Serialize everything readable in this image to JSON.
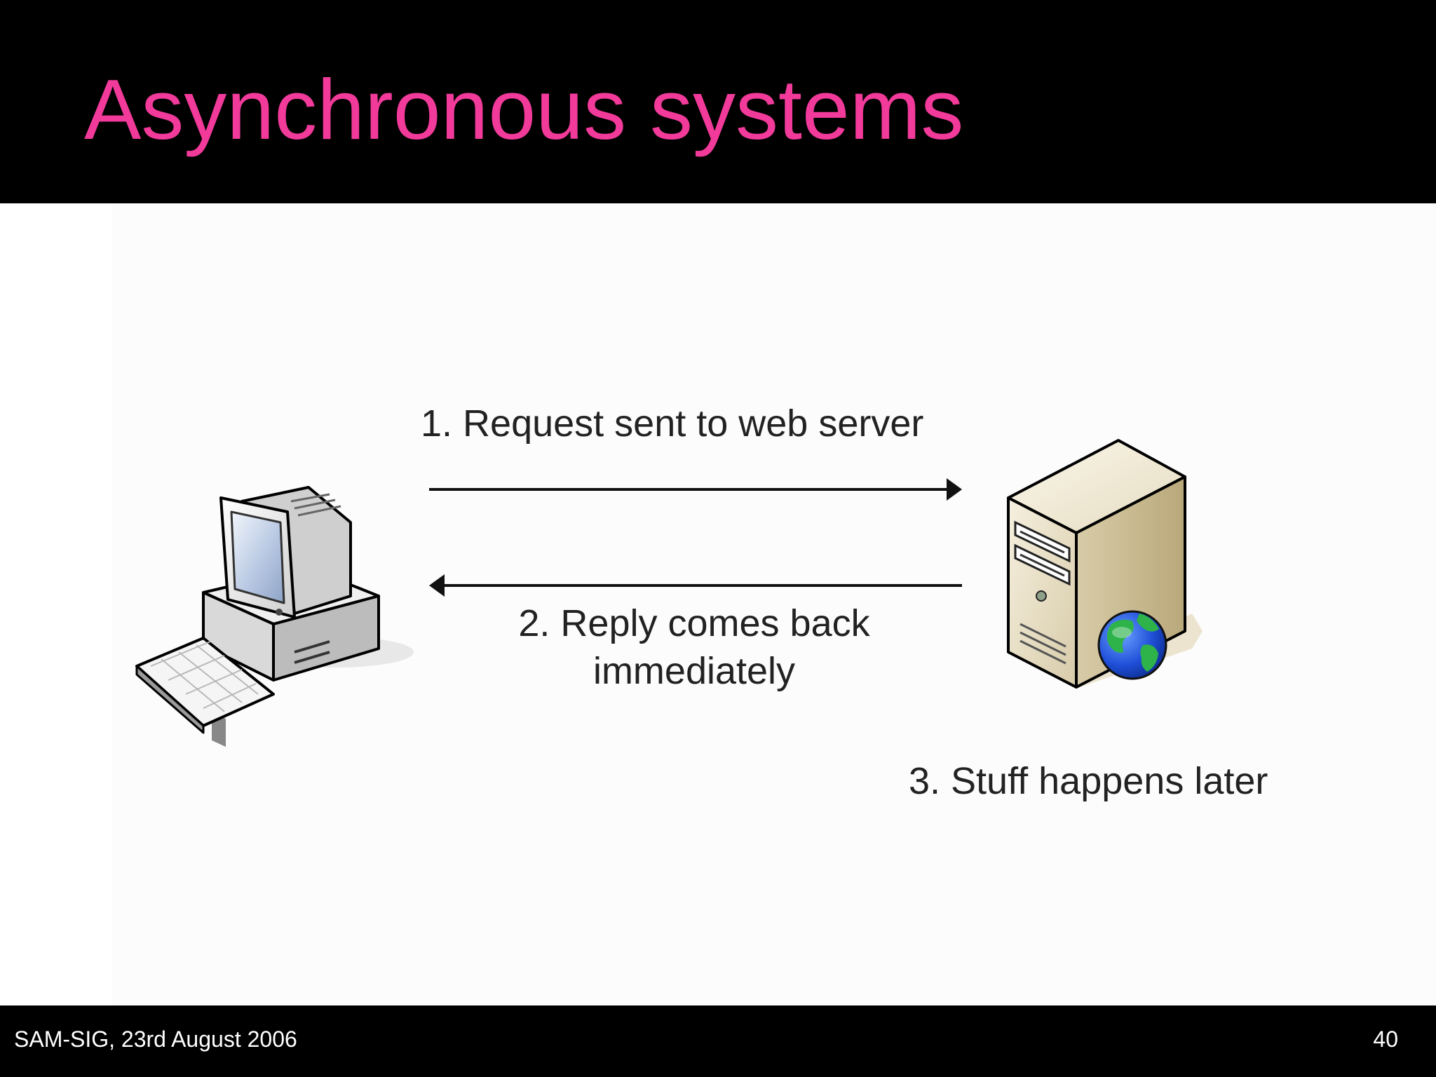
{
  "slide": {
    "title": "Asynchronous systems"
  },
  "diagram": {
    "request_label": "1. Request sent to web server",
    "reply_label": "2. Reply comes back immediately",
    "later_label": "3. Stuff happens later",
    "client_icon": "desktop-computer-icon",
    "server_icon": "web-server-globe-icon"
  },
  "footer": {
    "event": "SAM-SIG, 23rd August 2006",
    "page_number": "40"
  },
  "colors": {
    "title": "#f23a9b",
    "bars": "#000000",
    "text": "#222222"
  }
}
